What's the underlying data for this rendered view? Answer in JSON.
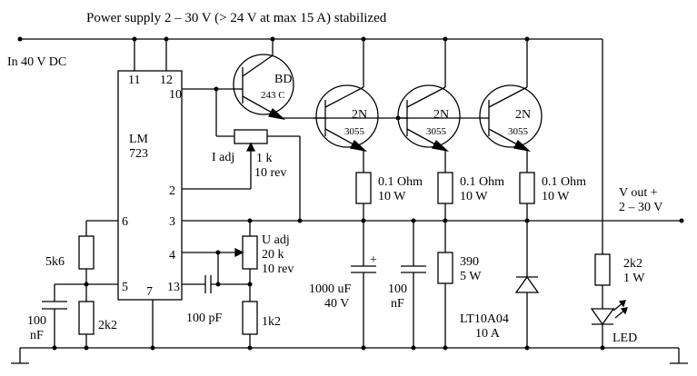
{
  "title": "Power supply 2 – 30 V (> 24 V at max 15 A) stabilized",
  "input_label": "In 40 V DC",
  "output_label_line1": "V out +",
  "output_label_line2": "2 – 30 V",
  "ic": {
    "name": "LM",
    "number": "723",
    "pins": [
      "11",
      "12",
      "10",
      "2",
      "3",
      "4",
      "6",
      "5",
      "7",
      "13"
    ]
  },
  "driver": {
    "line1": "BD",
    "line2": "243 C"
  },
  "power_transistors": [
    {
      "line1": "2N",
      "line2": "3055"
    },
    {
      "line1": "2N",
      "line2": "3055"
    },
    {
      "line1": "2N",
      "line2": "3055"
    }
  ],
  "emitter_resistors": [
    {
      "line1": "0.1 Ohm",
      "line2": "10 W"
    },
    {
      "line1": "0.1 Ohm",
      "line2": "10 W"
    },
    {
      "line1": "0.1 Ohm",
      "line2": "10 W"
    }
  ],
  "current_pot": {
    "line1": "I adj",
    "line2": "1 k",
    "line3": "10 rev"
  },
  "voltage_pot": {
    "line1": "U adj",
    "line2": "20 k",
    "line3": "10 rev"
  },
  "r_5k6": "5k6",
  "r_2k2_bottom": "2k2",
  "r_1k2": "1k2",
  "c_100n_left": {
    "line1": "100",
    "line2": "nF"
  },
  "c_100p": "100 pF",
  "c_1000u": {
    "plus": "+",
    "line1": "1000 uF",
    "line2": "40 V"
  },
  "c_100n_out": {
    "line1": "100",
    "line2": "nF"
  },
  "r_390": {
    "line1": "390",
    "line2": "5 W"
  },
  "diode": {
    "line1": "LT10A04",
    "line2": "10 A"
  },
  "r_led": {
    "line1": "2k2",
    "line2": "1 W"
  },
  "led": "LED"
}
